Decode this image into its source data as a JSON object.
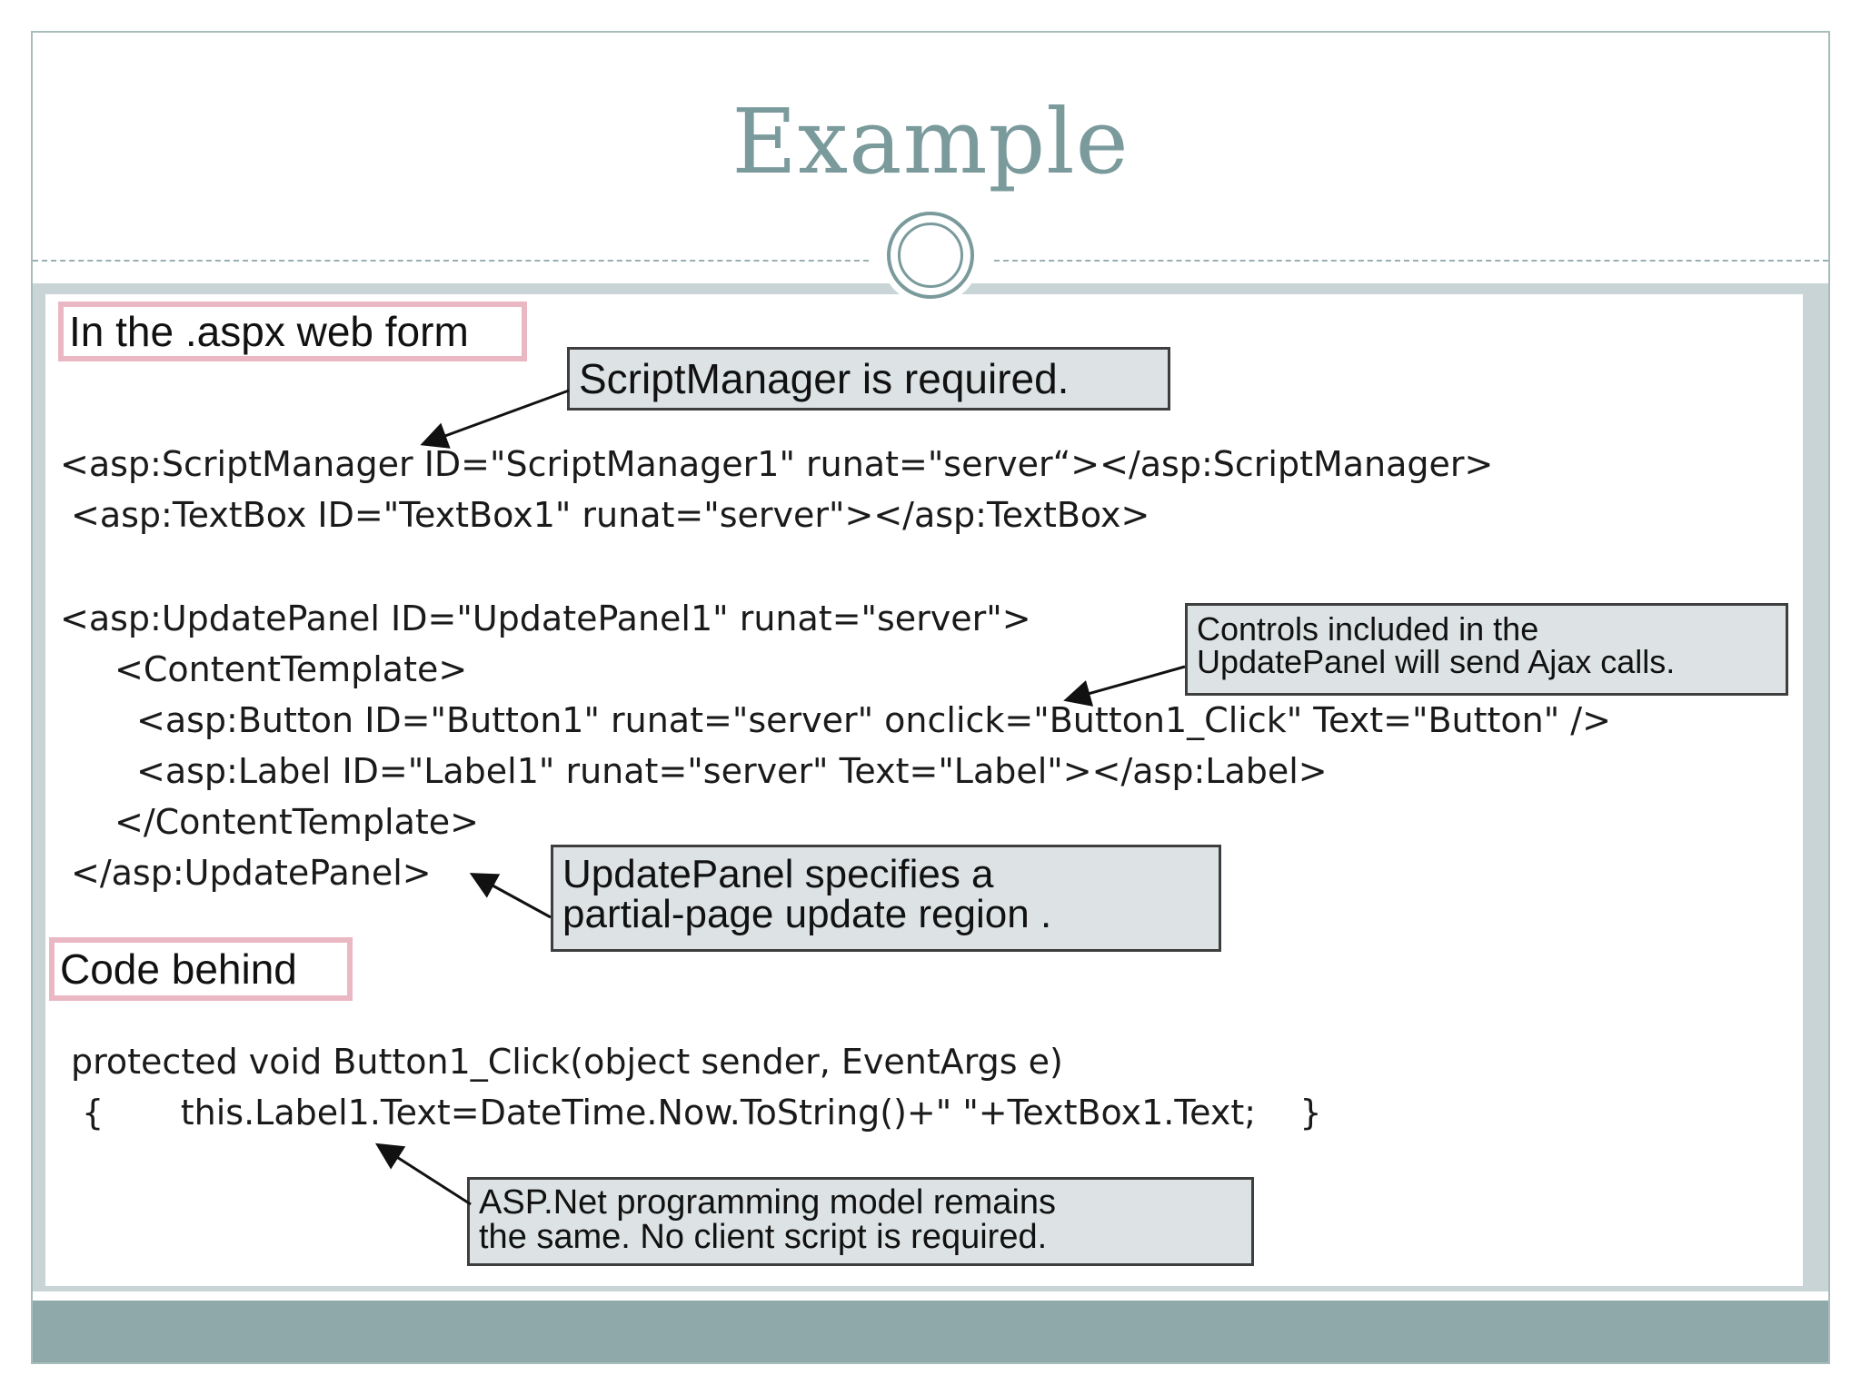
{
  "slide": {
    "title": "Example"
  },
  "labels": {
    "aspx_form": "In the .aspx web form",
    "code_behind": "Code behind"
  },
  "callouts": {
    "script_manager": "ScriptManager is required.",
    "controls_line1": "Controls included in the",
    "controls_line2": "UpdatePanel will send Ajax calls.",
    "update_panel_line1": "UpdatePanel specifies a",
    "update_panel_line2": "partial-page update region .",
    "aspnet_line1": "ASP.Net programming model remains",
    "aspnet_line2": "the same. No client script is required."
  },
  "code": {
    "line1": "<asp:ScriptManager ID=\"ScriptManager1\" runat=\"server“></asp:ScriptManager>",
    "line2": "<asp:TextBox ID=\"TextBox1\" runat=\"server\"></asp:TextBox>",
    "line3": "<asp:UpdatePanel ID=\"UpdatePanel1\" runat=\"server\">",
    "line4": "<ContentTemplate>",
    "line5": "<asp:Button ID=\"Button1\" runat=\"server\" onclick=\"Button1_Click\" Text=\"Button\" />",
    "line6": "<asp:Label ID=\"Label1\" runat=\"server\" Text=\"Label\"></asp:Label>",
    "line7": "</ContentTemplate>",
    "line8": "</asp:UpdatePanel>",
    "line9": "protected void Button1_Click(object sender, EventArgs e)",
    "line10": "{       this.Label1.Text=DateTime.Now.ToString()+\" \"+TextBox1.Text;    }"
  },
  "colors": {
    "title": "#7a9a9b",
    "band": "#c8d4d5",
    "footer": "#8fa9aa",
    "label_border": "#eab8c2",
    "callout_fill": "#dde3e4"
  }
}
